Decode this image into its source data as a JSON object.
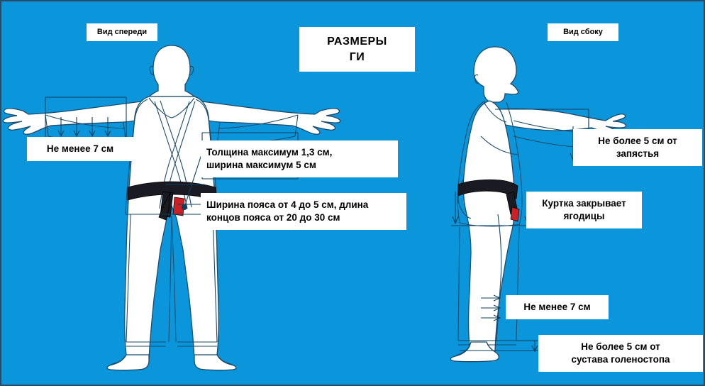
{
  "page": {
    "background_color": "#0b96dc",
    "border_color": "#2a4a66",
    "text_color": "#000000",
    "label_bg_color": "#ffffff"
  },
  "title": {
    "line1": "РАЗМЕРЫ",
    "line2": "ГИ",
    "text": "РАЗМЕРЫ\nГИ"
  },
  "views": {
    "front": "Вид спереди",
    "side": "Вид сбоку"
  },
  "labels": {
    "sleeve_front": "Не менее 7 см",
    "lapel": "Толщина максимум 1,3 см,\n ширина максимум 5 см",
    "belt": "Ширина пояса от 4 до 5 см, длина\nконцов пояса от 20 до 30 см",
    "wrist": "Не более 5 см от\nзапястья",
    "jacket": "Куртка закрывает\nягодицы",
    "pant_side": "Не менее 7 см",
    "ankle": "Не более 5 см от\nсустава голеностопа"
  },
  "figure_colors": {
    "body": "#ffffff",
    "outline": "#1b4a6b",
    "belt": "#1a1a22",
    "belt_tip": "#cc2026",
    "measure_line": "#0d3f5e"
  }
}
